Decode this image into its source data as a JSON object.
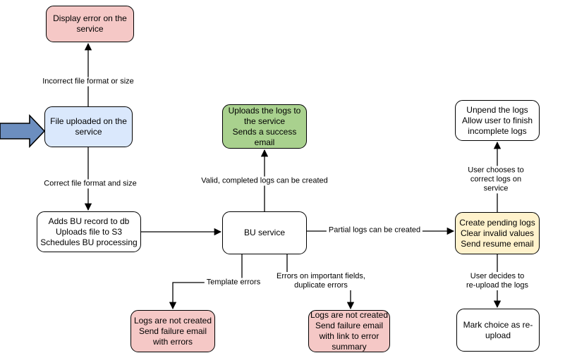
{
  "nodes": {
    "display_error": {
      "label": "Display error on the\nservice"
    },
    "file_uploaded": {
      "label": "File uploaded on the\nservice"
    },
    "adds_bu_record": {
      "label": "Adds BU record to db\nUploads file to S3\nSchedules BU processing"
    },
    "uploads_logs": {
      "label": "Uploads the logs to\nthe service\nSends a success\nemail"
    },
    "bu_service": {
      "label": "BU service"
    },
    "unpend_logs": {
      "label": "Unpend the logs\nAllow user to finish\nincomplete logs"
    },
    "create_pending": {
      "label": "Create pending logs\nClear invalid values\nSend resume email"
    },
    "mark_choice": {
      "label": "Mark choice as re-\nupload"
    },
    "logs_not_created_errors": {
      "label": "Logs are not created\nSend failure email\nwith errors"
    },
    "logs_not_created_summary": {
      "label": "Logs are not created\nSend failure email\nwith link to error\nsummary"
    }
  },
  "edge_labels": {
    "incorrect_format": "Incorrect file format or size",
    "correct_format": "Correct file format and size",
    "valid_logs": "Valid, completed logs can be created",
    "partial_logs": "Partial logs can be created",
    "template_errors": "Template errors",
    "important_fields": "Errors on important fields,\nduplicate errors",
    "user_chooses": "User chooses to correct logs on service",
    "user_decides": "User decides to re-upload the logs"
  },
  "colors": {
    "error_fill": "#f5c8c6",
    "input_fill": "#dae8fc",
    "success_fill": "#a9d18e",
    "pending_fill": "#fff2cc",
    "process_fill": "#ffffff",
    "pointer_fill": "#6c8ebf",
    "stroke": "#000000",
    "background": "#ffffff"
  }
}
